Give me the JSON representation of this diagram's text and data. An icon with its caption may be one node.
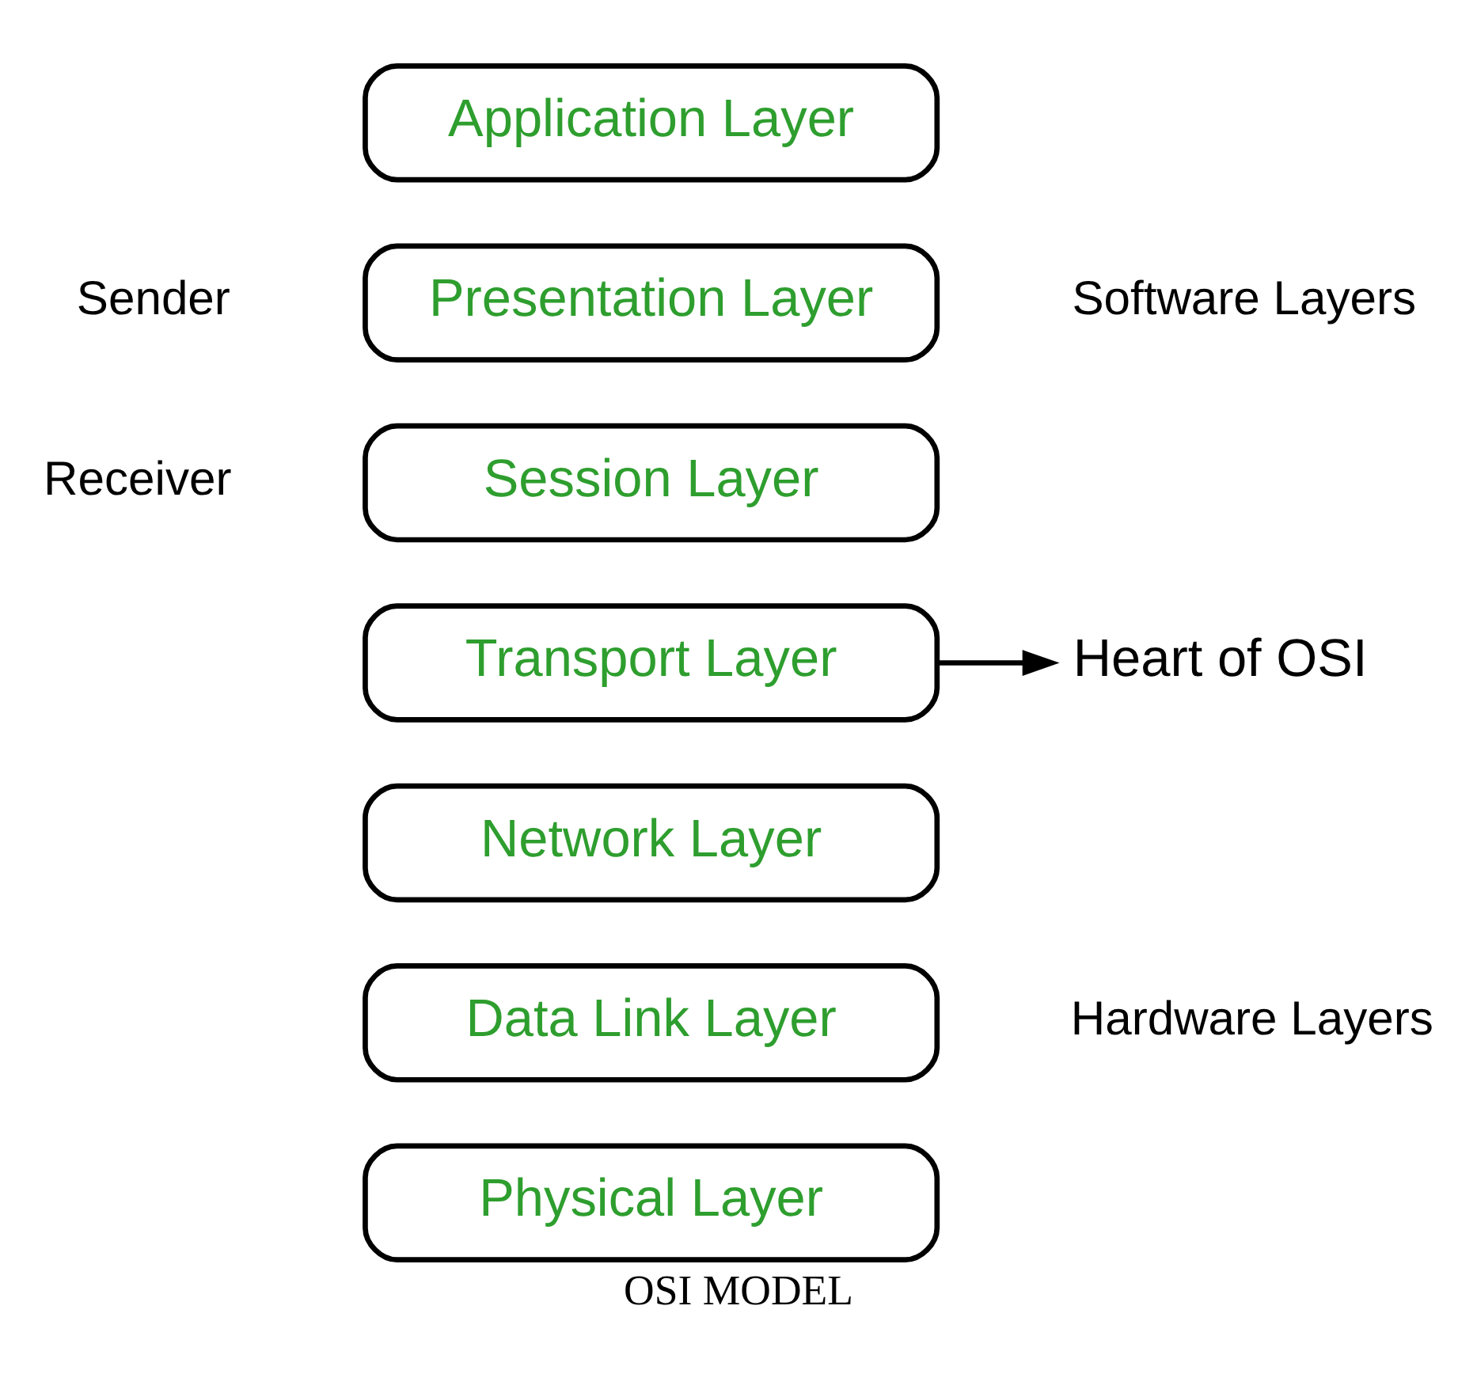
{
  "diagram": {
    "caption": "OSI MODEL",
    "nodes": [
      {
        "text": [
          "Application Layer"
        ]
      },
      {
        "text": [
          "Presentation Layer"
        ]
      },
      {
        "text": [
          "Session Layer"
        ]
      },
      {
        "text": [
          "Transport Layer"
        ]
      },
      {
        "text": [
          "Network Layer"
        ]
      },
      {
        "text": [
          "Data Link Layer"
        ]
      },
      {
        "text": [
          "Physical Layer"
        ]
      },
      {
        "text": [
          "Heart of OSI"
        ]
      }
    ],
    "edges": [
      {
        "from": 3,
        "to": 7,
        "arrow": "to"
      }
    ],
    "labels": [
      "Sender",
      "Receiver",
      "Software Layers",
      "Hardware Layers"
    ]
  }
}
